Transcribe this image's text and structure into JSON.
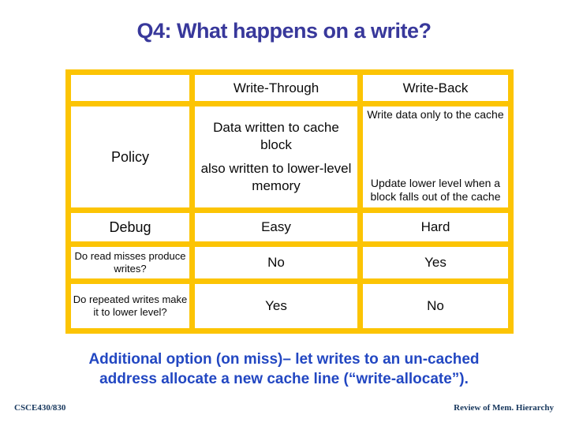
{
  "slide": {
    "title": "Q4: What happens on a write?",
    "note": {
      "line1": "Additional option (on miss)– let writes to an un-cached",
      "line2": "address allocate a new cache line (“write-allocate”)."
    },
    "footer": {
      "course": "CSCE430/830",
      "topic": "Review of Mem. Hierarchy"
    }
  },
  "table": {
    "header": {
      "blank": "",
      "write_through": "Write-Through",
      "write_back": "Write-Back"
    },
    "policy": {
      "label": "Policy",
      "wt_para1": "Data written to cache block",
      "wt_para2": "also written to lower-level memory",
      "wb_para1": "Write data only to the cache",
      "wb_para2": "Update lower level when a block falls out of the cache"
    },
    "debug": {
      "label": "Debug",
      "wt": "Easy",
      "wb": "Hard"
    },
    "read_misses": {
      "label": "Do read misses produce writes?",
      "wt": "No",
      "wb": "Yes"
    },
    "repeated_writes": {
      "label": "Do repeated writes make it to lower level?",
      "wt": "Yes",
      "wb": "No"
    }
  },
  "colors": {
    "title_blue": "#38389B",
    "accent_blue": "#2353C4",
    "question_blue": "#5E7FA4",
    "note_blue": "#2247C2",
    "footer_navy": "#17375D",
    "table_gold": "#FCC404",
    "body_black": "#0A0A0A"
  }
}
